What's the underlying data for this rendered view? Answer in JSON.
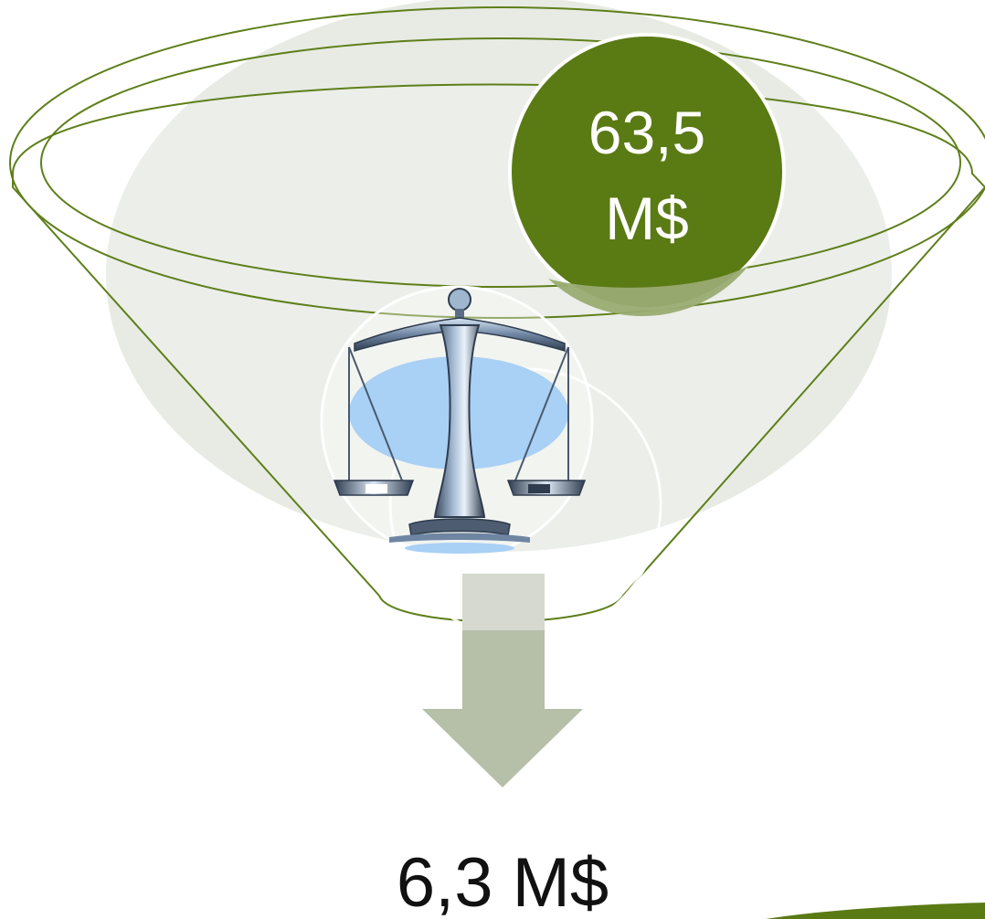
{
  "funnel": {
    "input_amount": {
      "line1": "63,5",
      "line2": "M$"
    },
    "output_amount": "6,3 M$",
    "scale_icon": "balance-scale-icon"
  },
  "colors": {
    "accent_green": "#5a7a14",
    "funnel_outline": "#5e7f1a",
    "funnel_fill": "#e8ebe4",
    "arrow_fill": "#b6bfa8",
    "scale_blue": "#a9d0f5",
    "text_dark": "#111111",
    "text_light": "#ffffff"
  }
}
